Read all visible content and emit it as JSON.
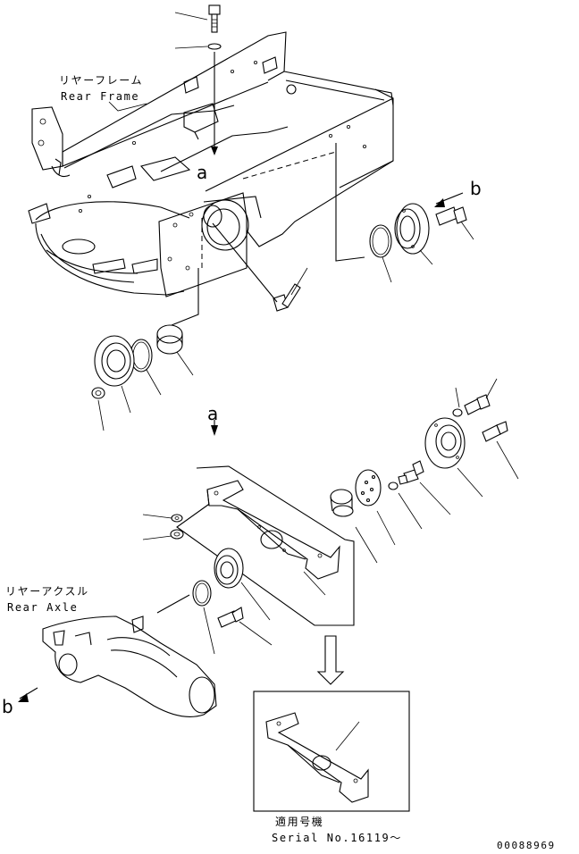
{
  "labels": {
    "rear_frame_jp": "リヤーフレーム",
    "rear_frame_en": "Rear Frame",
    "rear_axle_jp": "リヤーアクスル",
    "rear_axle_en": "Rear Axle",
    "serial_jp": "適用号機",
    "serial_en": "Serial No.16119～",
    "ref_a_top": "a",
    "ref_a_mid": "a",
    "ref_b_right": "b",
    "ref_b_left": "b",
    "drawing_number": "00088969"
  }
}
